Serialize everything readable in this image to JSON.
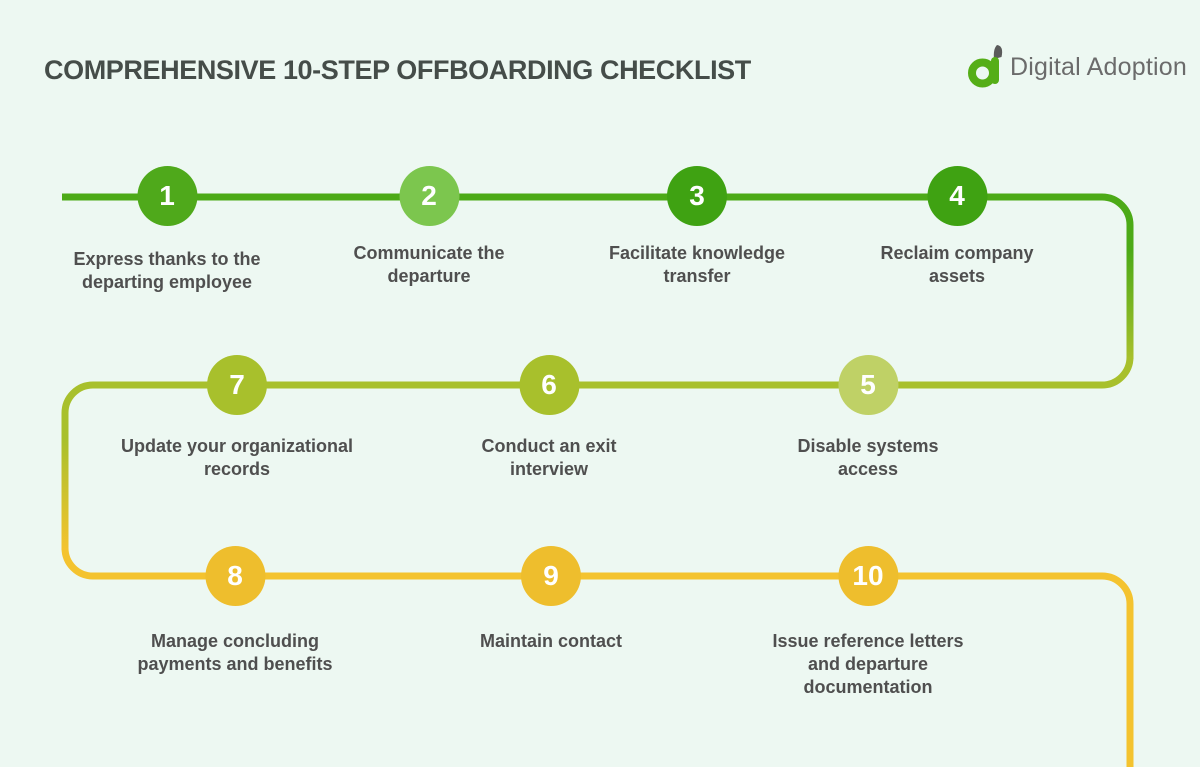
{
  "header": {
    "title": "COMPREHENSIVE 10-STEP OFFBOARDING CHECKLIST",
    "brand": "Digital Adoption"
  },
  "colors": {
    "background": "#edf8f2",
    "title_text": "#454d49",
    "label_text": "#4f4f4f",
    "line_green": "#4caa17",
    "line_olive": "#a8c02c",
    "line_yellow": "#f4c32f",
    "brand_green": "#55ae17",
    "brand_leaf_gray": "#5b5b5b",
    "brand_text_gray": "#6b6b6b",
    "step_number_text": "#ffffff"
  },
  "steps": [
    {
      "number": "1",
      "label": "Express thanks to the\ndeparting employee",
      "color": "#4fa91b"
    },
    {
      "number": "2",
      "label": "Communicate the\ndeparture",
      "color": "#7cc64e"
    },
    {
      "number": "3",
      "label": "Facilitate knowledge\ntransfer",
      "color": "#3fa212"
    },
    {
      "number": "4",
      "label": "Reclaim company\nassets",
      "color": "#3fa212"
    },
    {
      "number": "5",
      "label": "Disable systems\naccess",
      "color": "#bfd166"
    },
    {
      "number": "6",
      "label": "Conduct an exit\ninterview",
      "color": "#a8c02c"
    },
    {
      "number": "7",
      "label": "Update your organizational\nrecords",
      "color": "#a8c02c"
    },
    {
      "number": "8",
      "label": "Manage concluding\npayments and benefits",
      "color": "#eebe2d"
    },
    {
      "number": "9",
      "label": "Maintain contact",
      "color": "#eebe2d"
    },
    {
      "number": "10",
      "label": "Issue reference letters\nand departure\ndocumentation",
      "color": "#eebe2d"
    }
  ]
}
